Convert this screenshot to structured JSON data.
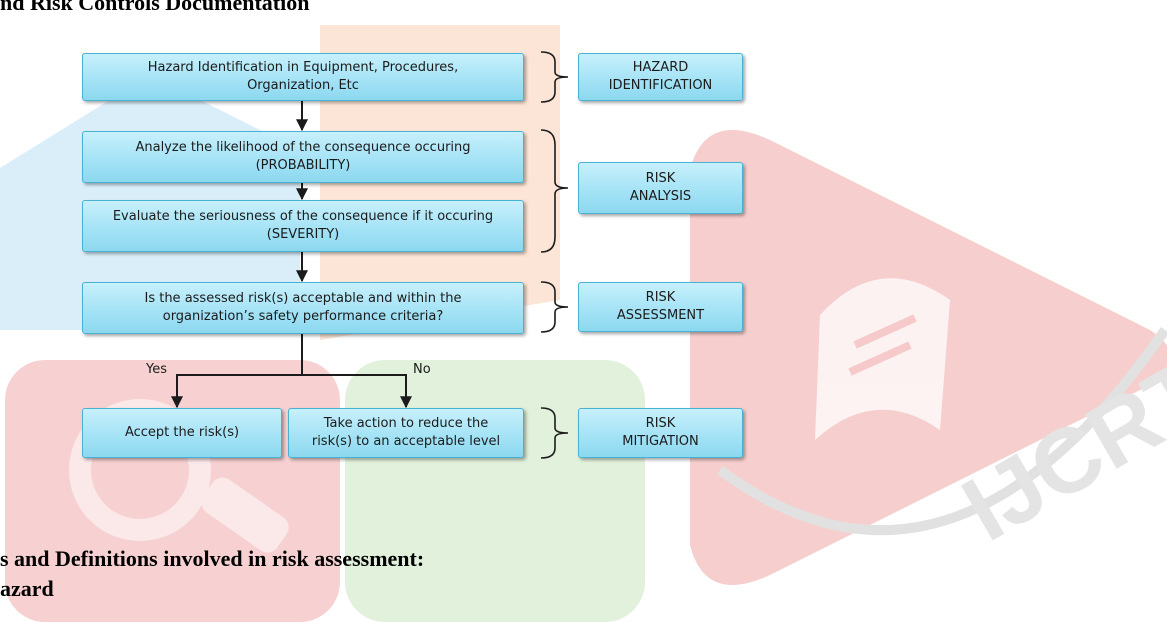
{
  "header_fragment": "nd   Risk   Controls   Documentation",
  "flowchart": {
    "process": {
      "hazard": [
        "Hazard Identification in Equipment, Procedures,",
        "Organization, Etc"
      ],
      "probability": [
        "Analyze the likelihood of the consequence occuring",
        "(PROBABILITY)"
      ],
      "severity": [
        "Evaluate the seriousness of the consequence  if it occuring",
        "(SEVERITY)"
      ],
      "assessment": [
        "Is the assessed risk(s) acceptable and within the",
        "organization’s safety performance criteria?"
      ],
      "accept": [
        "Accept the risk(s)"
      ],
      "reduce": [
        "Take action to reduce the",
        "risk(s) to an acceptable level"
      ]
    },
    "stages": {
      "identification": [
        "HAZARD",
        "IDENTIFICATION"
      ],
      "analysis": [
        "RISK",
        "ANALYSIS"
      ],
      "assessment": [
        "RISK",
        "ASSESSMENT"
      ],
      "mitigation": [
        "RISK",
        "MITIGATION"
      ]
    },
    "branch_labels": {
      "yes": "Yes",
      "no": "No"
    }
  },
  "footer": {
    "line1": "s and Definitions involved in risk assessment:",
    "line2": "azard"
  },
  "watermark": {
    "text": "IJCRT",
    "colors": {
      "red": "#f6c9c9",
      "orange": "#fbe1cf",
      "blue": "#d6ecfa",
      "green": "#dcefd6",
      "gray": "#e4e4e4"
    }
  }
}
